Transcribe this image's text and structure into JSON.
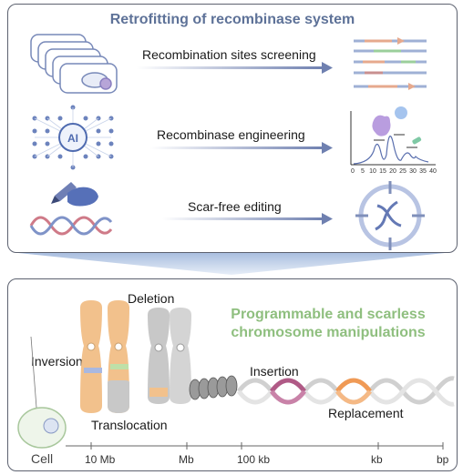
{
  "top_panel": {
    "title": "Retrofitting of recombinase system",
    "steps": [
      {
        "label": "Recombination sites screening"
      },
      {
        "label": "Recombinase engineering"
      },
      {
        "label": "Scar-free editing"
      }
    ],
    "ai_label": "AI",
    "chart_ticks": [
      "0",
      "5",
      "10",
      "15",
      "20",
      "25",
      "30",
      "35",
      "40"
    ]
  },
  "bottom_panel": {
    "headline_line1": "Programmable and scarless",
    "headline_line2": "chromosome manipulations",
    "operations": {
      "deletion": "Deletion",
      "inversion": "Inversion",
      "translocation": "Translocation",
      "insertion": "Insertion",
      "replacement": "Replacement"
    },
    "scale": {
      "cell": "Cell",
      "ticks": [
        "10 Mb",
        "Mb",
        "100 kb",
        "kb",
        "bp"
      ]
    }
  },
  "colors": {
    "title": "#5e7298",
    "headline": "#8fbf7f",
    "arrow": "#7f8fba",
    "chromosome_orange": "#f2c18c",
    "chromosome_gray": "#c8c8c8",
    "dna_pink": "#b05a86",
    "dna_orange": "#f09a55"
  }
}
